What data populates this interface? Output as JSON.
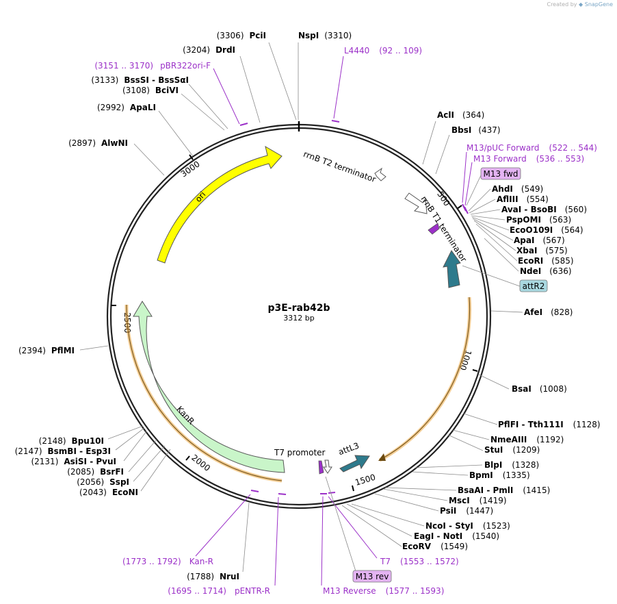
{
  "watermark": {
    "created_by": "Created by",
    "app": "SnapGene"
  },
  "plasmid": {
    "name": "p3E-rab42b",
    "length": "3312 bp"
  },
  "colors": {
    "backbone": "#222222",
    "primer": "#9b30c8",
    "ori": "#ffff00",
    "kanr": "#c9f5c9",
    "att": "#2e7a8c",
    "orf_outline": "#e8a33a",
    "m13fwd_box": "#e3b3f2",
    "attr2_box": "#a9d8e0"
  },
  "ticks": [
    "500",
    "1000",
    "1500",
    "2000",
    "2500",
    "3000"
  ],
  "sites": [
    {
      "name": "PciI",
      "pos": "(3306)"
    },
    {
      "name": "NspI",
      "pos": "(3310)"
    },
    {
      "name": "DrdI",
      "pos": "(3204)"
    },
    {
      "name": "BssSI  -  BssSαI",
      "pos": "(3133)"
    },
    {
      "name": "BciVI",
      "pos": "(3108)"
    },
    {
      "name": "ApaLI",
      "pos": "(2992)"
    },
    {
      "name": "AlwNI",
      "pos": "(2897)"
    },
    {
      "name": "PflMI",
      "pos": "(2394)"
    },
    {
      "name": "Bpu10I",
      "pos": "(2148)"
    },
    {
      "name": "BsmBI  -  Esp3I",
      "pos": "(2147)"
    },
    {
      "name": "AsiSI  -  PvuI",
      "pos": "(2131)"
    },
    {
      "name": "BsrFI",
      "pos": "(2085)"
    },
    {
      "name": "SspI",
      "pos": "(2056)"
    },
    {
      "name": "EcoNI",
      "pos": "(2043)"
    },
    {
      "name": "NruI",
      "pos": "(1788)"
    },
    {
      "name": "AclI",
      "pos": "(364)"
    },
    {
      "name": "BbsI",
      "pos": "(437)"
    },
    {
      "name": "AhdI",
      "pos": "(549)"
    },
    {
      "name": "AflIII",
      "pos": "(554)"
    },
    {
      "name": "AvaI  -  BsoBI",
      "pos": "(560)"
    },
    {
      "name": "PspOMI",
      "pos": "(563)"
    },
    {
      "name": "EcoO109I",
      "pos": "(564)"
    },
    {
      "name": "ApaI",
      "pos": "(567)"
    },
    {
      "name": "XbaI",
      "pos": "(575)"
    },
    {
      "name": "EcoRI",
      "pos": "(585)"
    },
    {
      "name": "NdeI",
      "pos": "(636)"
    },
    {
      "name": "AfeI",
      "pos": "(828)"
    },
    {
      "name": "BsaI",
      "pos": "(1008)"
    },
    {
      "name": "PflFI  -  Tth111I",
      "pos": "(1128)"
    },
    {
      "name": "NmeAIII",
      "pos": "(1192)"
    },
    {
      "name": "StuI",
      "pos": "(1209)"
    },
    {
      "name": "BlpI",
      "pos": "(1328)"
    },
    {
      "name": "BpmI",
      "pos": "(1335)"
    },
    {
      "name": "BsaAI  -  PmlI",
      "pos": "(1415)"
    },
    {
      "name": "MscI",
      "pos": "(1419)"
    },
    {
      "name": "PsiI",
      "pos": "(1447)"
    },
    {
      "name": "NcoI  -  StyI",
      "pos": "(1523)"
    },
    {
      "name": "EagI  -  NotI",
      "pos": "(1540)"
    },
    {
      "name": "EcoRV",
      "pos": "(1549)"
    }
  ],
  "primers": [
    {
      "name": "pBR322ori-F",
      "range": "(3151 .. 3170)"
    },
    {
      "name": "L4440",
      "range": "(92 .. 109)"
    },
    {
      "name": "M13/pUC Forward",
      "range": "(522 .. 544)"
    },
    {
      "name": "M13 Forward",
      "range": "(536 .. 553)"
    },
    {
      "name": "Kan-R",
      "range": "(1773 .. 1792)"
    },
    {
      "name": "pENTR-R",
      "range": "(1695 .. 1714)"
    },
    {
      "name": "T7",
      "range": "(1553 .. 1572)"
    },
    {
      "name": "M13 Reverse",
      "range": "(1577 .. 1593)"
    }
  ],
  "boxed_features": [
    {
      "name": "M13 fwd"
    },
    {
      "name": "attR2"
    },
    {
      "name": "M13 rev"
    }
  ],
  "features": [
    {
      "name": "ori"
    },
    {
      "name": "KanR"
    },
    {
      "name": "rrnB T2 terminator"
    },
    {
      "name": "rrnB T1 terminator"
    },
    {
      "name": "T7 promoter"
    },
    {
      "name": "attL3"
    }
  ]
}
